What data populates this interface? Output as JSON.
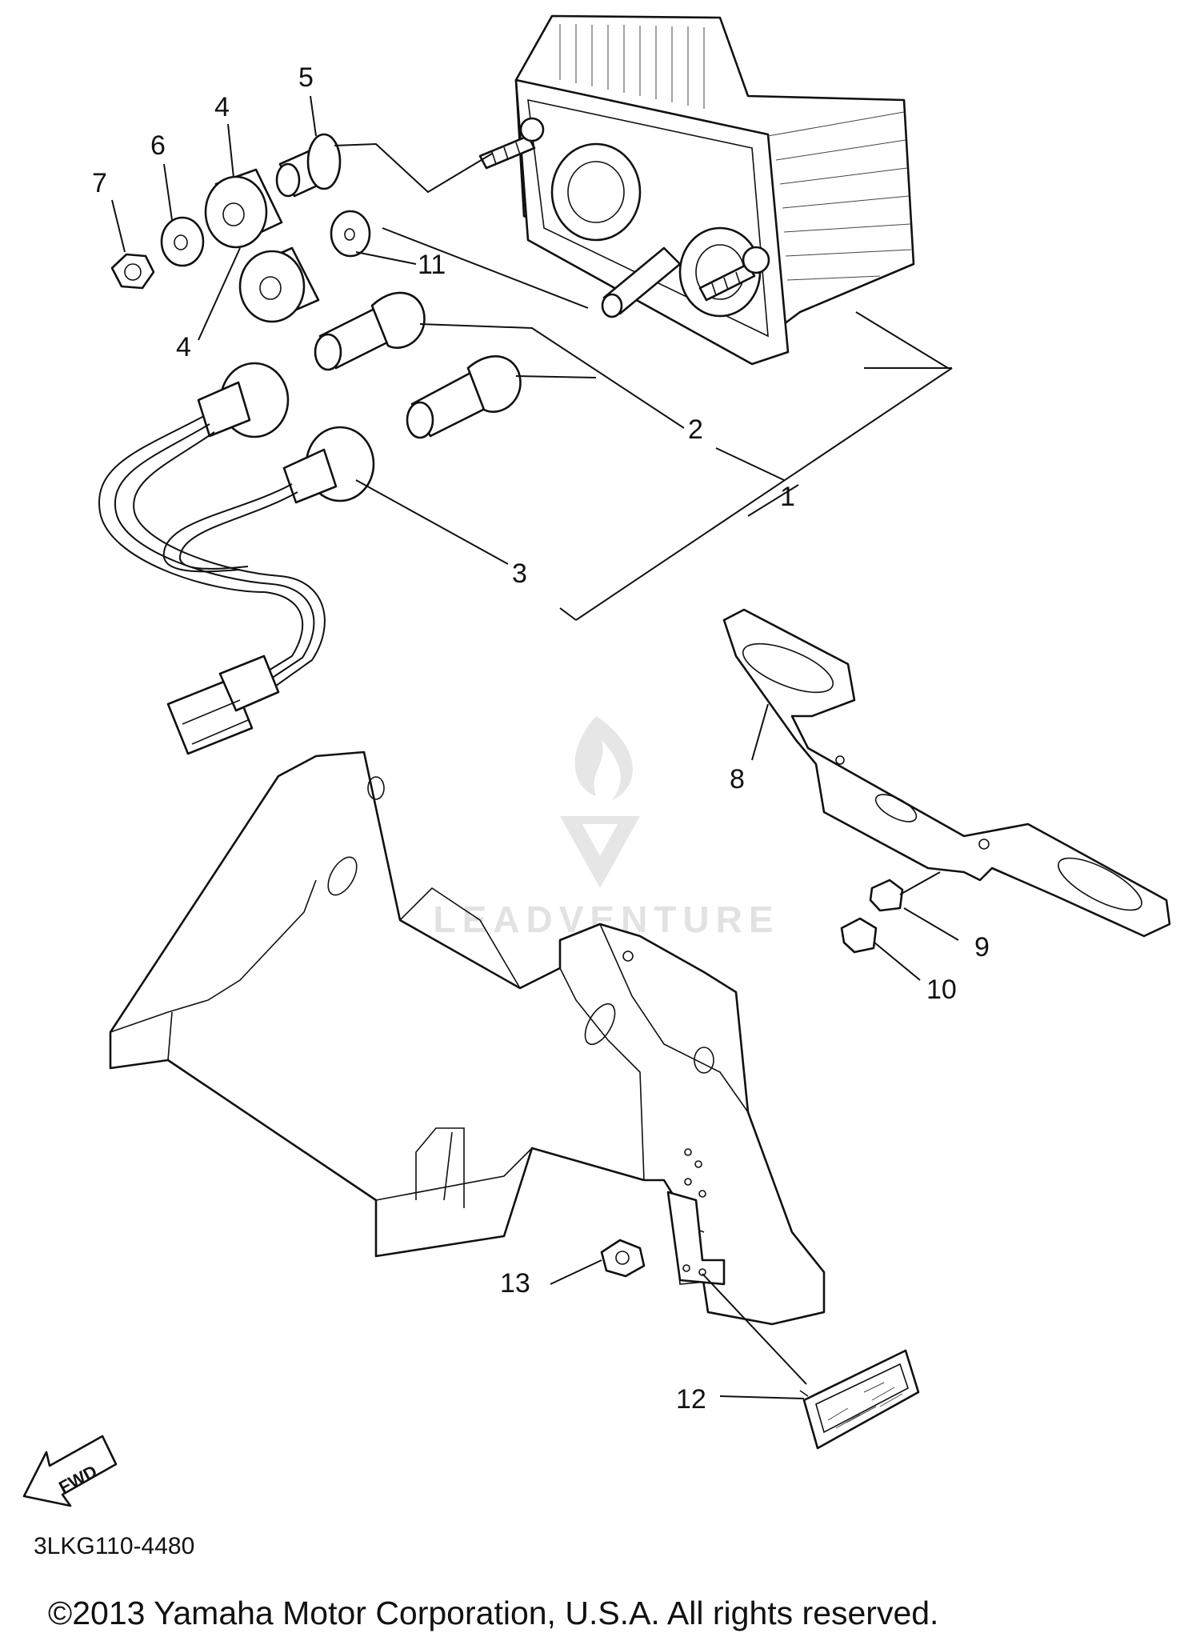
{
  "diagram_code": "3LKG110-4480",
  "copyright": "©2013 Yamaha Motor Corporation, U.S.A. All rights reserved.",
  "watermark_text": "LEADVENTURE",
  "fwd_label": "FWD",
  "callouts": {
    "c1": "1",
    "c2": "2",
    "c3": "3",
    "c4a": "4",
    "c4b": "4",
    "c5": "5",
    "c6": "6",
    "c7": "7",
    "c8": "8",
    "c9": "9",
    "c10": "10",
    "c11": "11",
    "c12": "12",
    "c13": "13"
  },
  "colors": {
    "ink": "#111111",
    "background": "#ffffff",
    "watermark": "#e2e2e2"
  }
}
